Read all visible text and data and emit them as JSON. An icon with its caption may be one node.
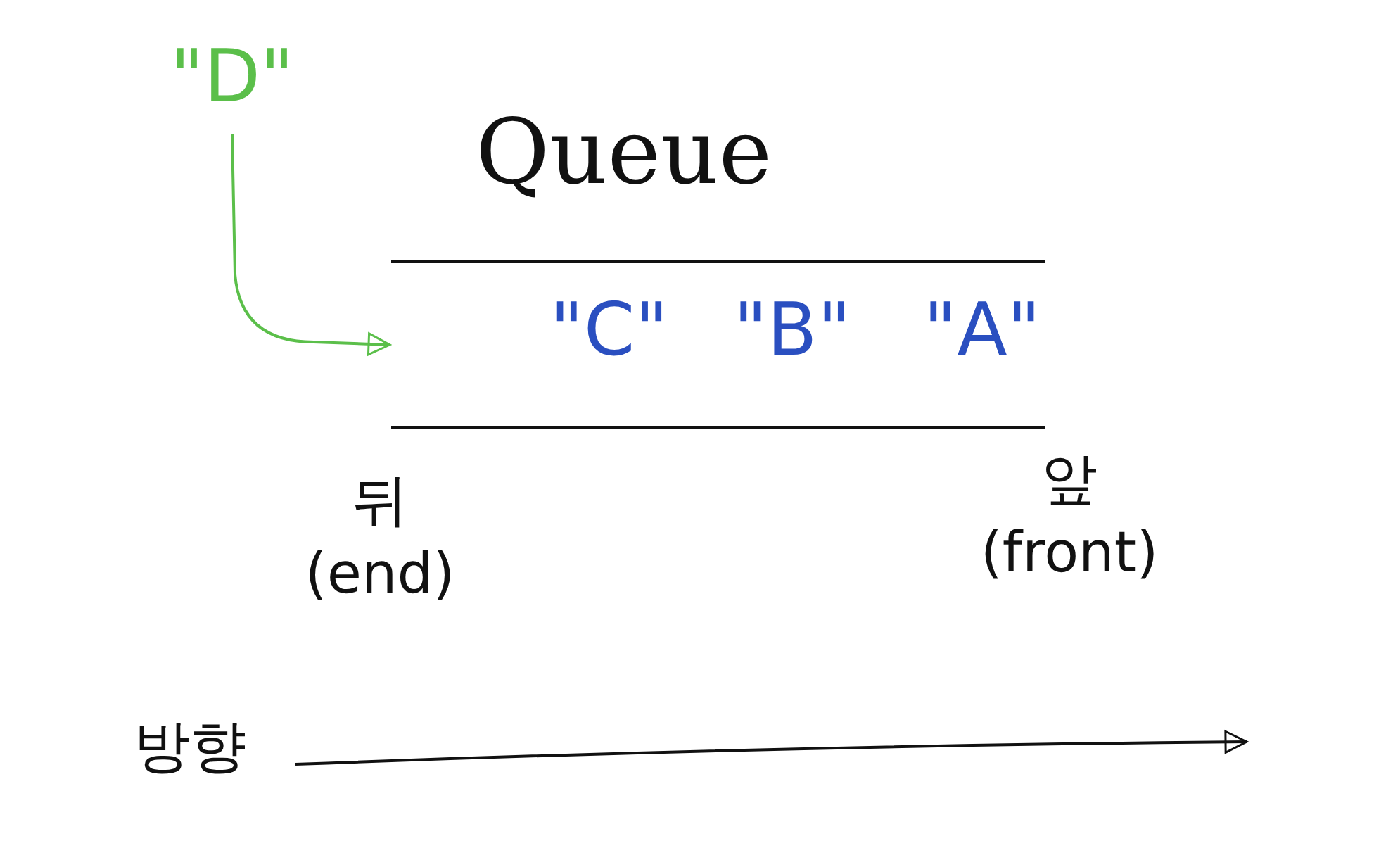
{
  "diagram": {
    "nodes": [
      {
        "text": [
          "\"D\""
        ]
      },
      {
        "text": [
          "Queue"
        ]
      },
      {
        "text": [
          "\"C\""
        ],
        "in": 1
      },
      {
        "text": [
          "\"B\""
        ],
        "in": 1
      },
      {
        "text": [
          "\"A\""
        ],
        "in": 1
      }
    ],
    "edges": [
      {
        "from": 0,
        "to": 1,
        "arrow": "to"
      }
    ],
    "labels": [
      "뒤 (end)",
      "앞 (front)",
      "방향"
    ]
  }
}
